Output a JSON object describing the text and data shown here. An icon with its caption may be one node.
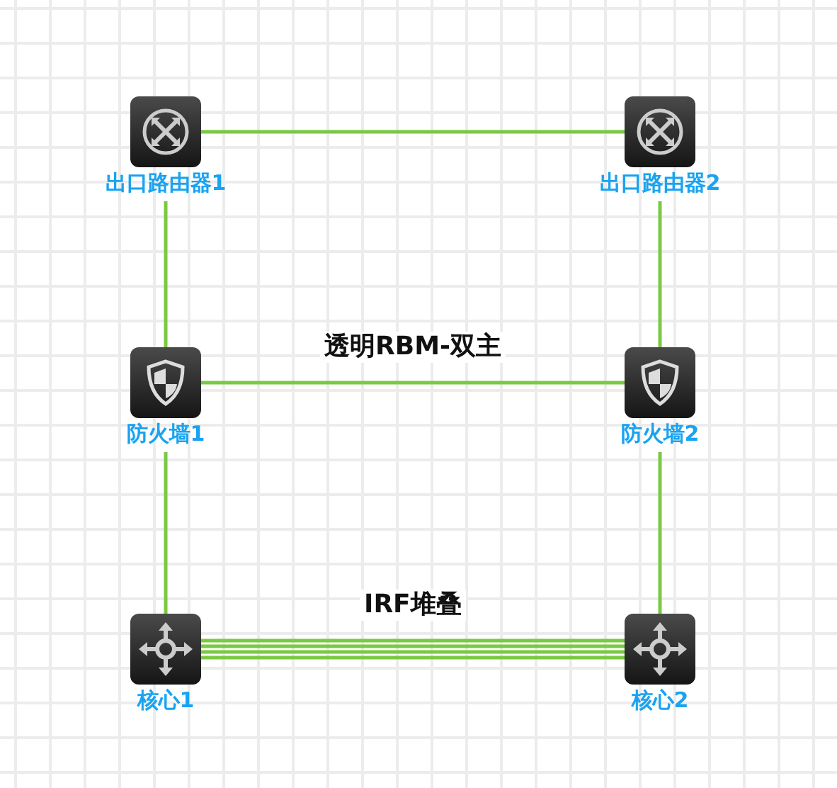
{
  "diagram": {
    "nodes": [
      {
        "text": [
          "出口路由器1"
        ]
      },
      {
        "text": [
          "出口路由器2"
        ]
      },
      {
        "text": [
          "防火墙1"
        ]
      },
      {
        "text": [
          "防火墙2"
        ]
      },
      {
        "text": [
          "核心1"
        ]
      },
      {
        "text": [
          "核心2"
        ]
      }
    ],
    "edges": [
      {
        "from": 0,
        "to": 1,
        "arrow": "none"
      },
      {
        "from": 0,
        "to": 2,
        "arrow": "none"
      },
      {
        "from": 1,
        "to": 3,
        "arrow": "none"
      },
      {
        "from": 2,
        "to": 3,
        "arrow": "none",
        "label": "透明RBM-双主"
      },
      {
        "from": 2,
        "to": 4,
        "arrow": "none"
      },
      {
        "from": 3,
        "to": 5,
        "arrow": "none"
      },
      {
        "from": 4,
        "to": 5,
        "arrow": "none",
        "label": "IRF堆叠"
      },
      {
        "from": 4,
        "to": 5,
        "arrow": "none"
      },
      {
        "from": 4,
        "to": 5,
        "arrow": "none"
      },
      {
        "from": 4,
        "to": 5,
        "arrow": "none"
      }
    ]
  }
}
